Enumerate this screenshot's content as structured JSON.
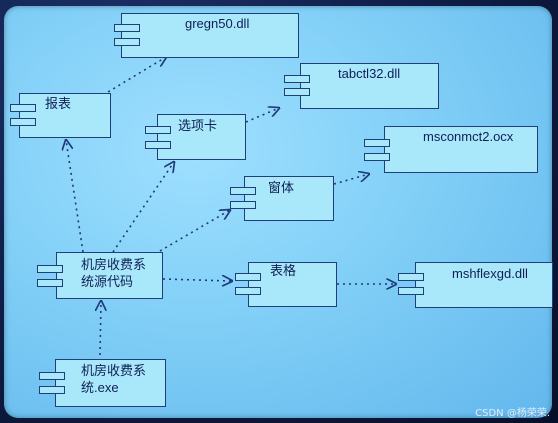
{
  "diagram": {
    "components": {
      "gregn": "gregn50.dll",
      "report": "报表",
      "tabctl": "tabctl32.dll",
      "tabs": "选项卡",
      "msconmct": "msconmct2.ocx",
      "form": "窗体",
      "source": "机房收费系统源代码",
      "table": "表格",
      "mshflex": "mshflexgd.dll",
      "exe": "机房收费系统.exe"
    }
  },
  "watermark": "CSDN @杨荣荣."
}
